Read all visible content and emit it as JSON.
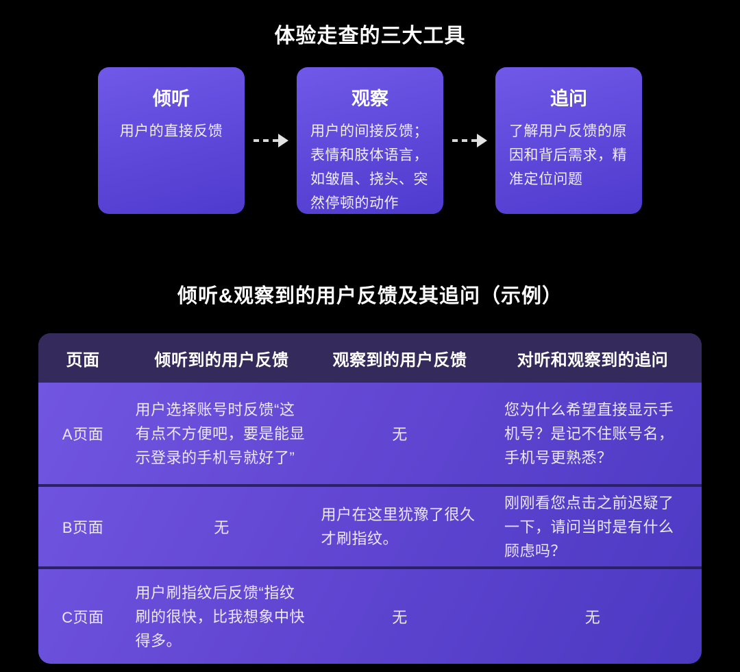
{
  "page": {
    "title1": "体验走查的三大工具",
    "title2": "倾听&观察到的用户反馈及其追问（示例）"
  },
  "tools": [
    {
      "name": "倾听",
      "desc": "用户的直接反馈"
    },
    {
      "name": "观察",
      "desc": "用户的间接反馈；表情和肢体语言，如皱眉、挠头、突然停顿的动作"
    },
    {
      "name": "追问",
      "desc": "了解用户反馈的原因和背后需求，精准定位问题"
    }
  ],
  "arrow_style": "dashed-right-arrow",
  "table": {
    "headers": [
      "页面",
      "倾听到的用户反馈",
      "观察到的用户反馈",
      "对听和观察到的追问"
    ],
    "rows": [
      {
        "page": "A页面",
        "listened": "用户选择账号时反馈“这有点不方便吧，要是能显示登录的手机号就好了”",
        "observed": "无",
        "followup": "您为什么希望直接显示手机号？是记不住账号名，手机号更熟悉？"
      },
      {
        "page": "B页面",
        "listened": "无",
        "observed": "用户在这里犹豫了很久才刷指纹。",
        "followup": "刚刚看您点击之前迟疑了一下，请问当时是有什么顾虑吗？"
      },
      {
        "page": "C页面",
        "listened": "用户刷指纹后反馈“指纹刷的很快，比我想象中快得多。",
        "observed": "无",
        "followup": "无"
      }
    ]
  },
  "colors": {
    "background": "#000000",
    "card_gradient_start": "#7059e8",
    "card_gradient_end": "#4e3bce",
    "table_body_gradient_start": "#7257e2",
    "table_body_gradient_end": "#4b39c2",
    "table_header_bg": "#352a5c",
    "row_divider": "#2a2166",
    "arrow": "#d8d8d8",
    "text_primary": "#ffffff",
    "text_cell": "#ece8fa"
  }
}
